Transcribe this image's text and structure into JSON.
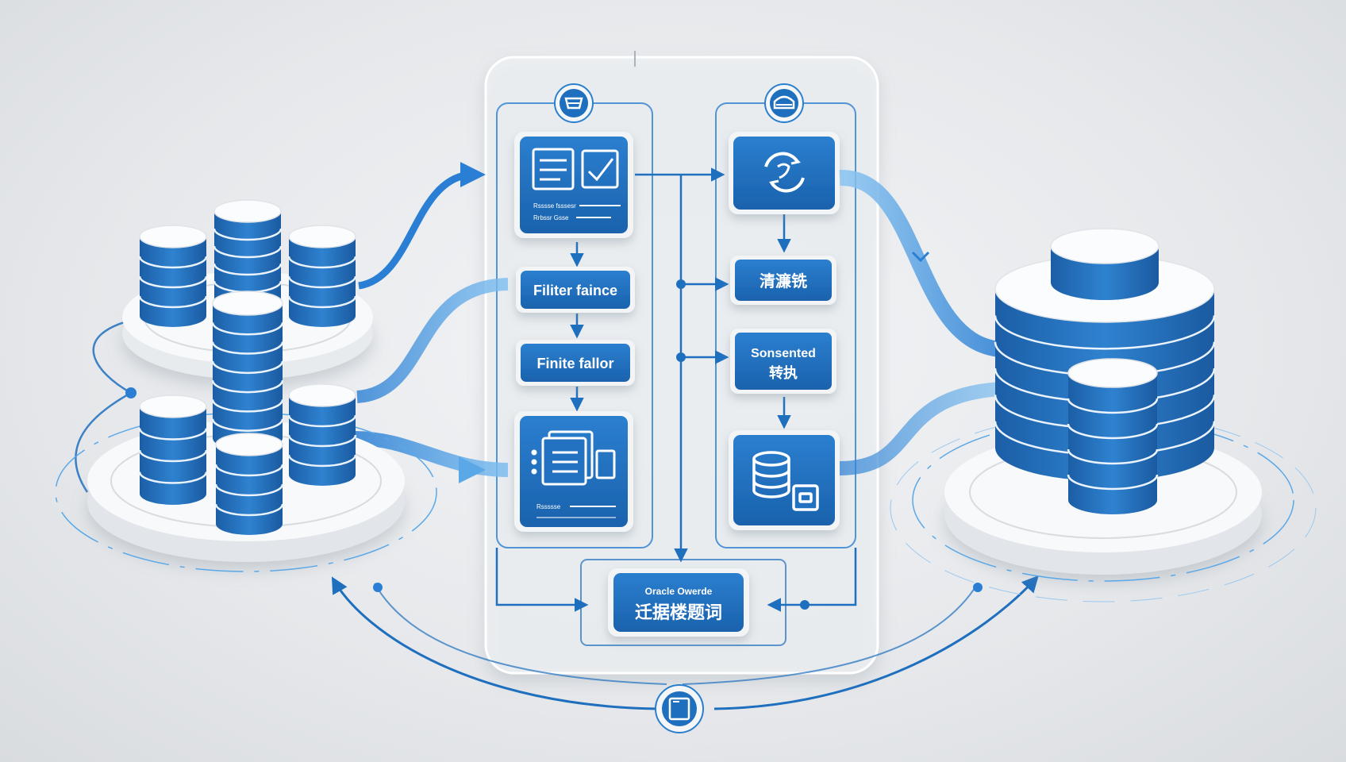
{
  "colors": {
    "primary_blue": "#1f6fbf",
    "dark_blue": "#1a5fa8",
    "light_blue": "#5aa8e8",
    "panel_bg": "#eef1f4",
    "disk_white": "#f7f8f9"
  },
  "left_column": {
    "top_card": {
      "icon": "document-check-icon",
      "line1": "Rsssse fsssesr",
      "line2": "Rrbssr Gsse"
    },
    "filter_box_1": {
      "label": "Filiter faince"
    },
    "filter_box_2": {
      "label": "Finite fallor"
    },
    "bottom_card": {
      "icon": "document-stack-icon",
      "line1": "Rssssse"
    }
  },
  "right_column": {
    "top_card": {
      "icon": "refresh-cycle-icon"
    },
    "clean_box": {
      "label": "清濂铣"
    },
    "sort_box": {
      "line1": "Sonsented",
      "line2": "转执"
    },
    "db_card": {
      "icon": "database-table-icon"
    }
  },
  "bottom_node": {
    "line1": "Oracle Owerde",
    "line2": "迁据楼题词"
  },
  "header_icons": {
    "left": "shield-badge-icon",
    "right": "stack-badge-icon"
  },
  "footer_icon": "document-badge-icon"
}
